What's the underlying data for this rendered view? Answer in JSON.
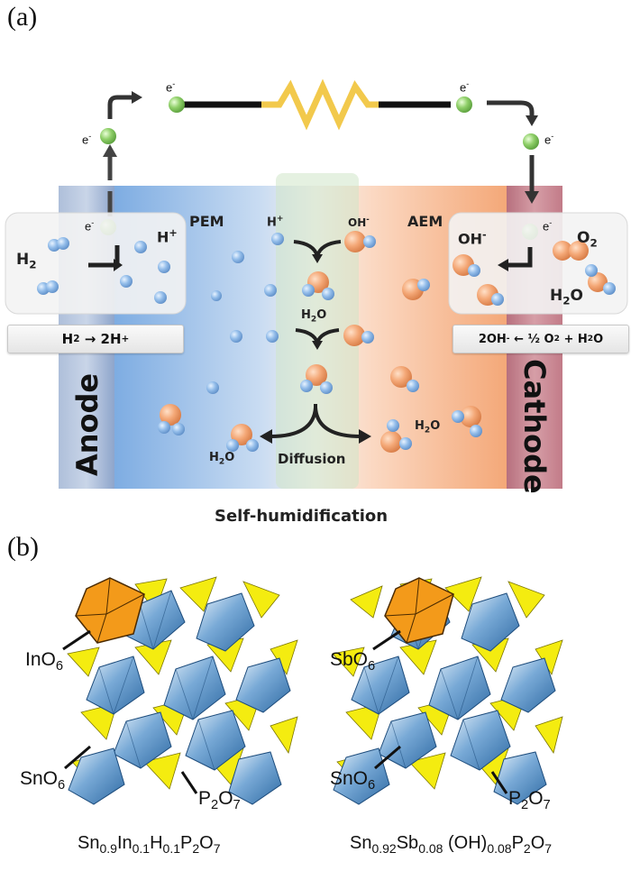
{
  "panel_a": {
    "label": "(a)",
    "electron": "e",
    "electron_sign": "-",
    "membrane_left": "PEM",
    "membrane_right": "AEM",
    "anode": "Anode",
    "cathode": "Cathode",
    "diffusion": "Diffusion",
    "caption": "Self-humidification",
    "anode_h2": "H",
    "proton": "H",
    "proton_sign": "+",
    "hydroxide": "OH",
    "hydroxide_sign": "-",
    "water": "H",
    "water_o": "O",
    "oxygen": "O",
    "eq_anode_lhs": "H",
    "eq_anode_arrow": "→",
    "eq_anode_rhs": "2H",
    "eq_cathode_lhs": "2OH",
    "eq_cathode_arrow": "←",
    "eq_cathode_half": "½",
    "eq_cathode_o": "O",
    "eq_cathode_rest": "+ H",
    "sub2": "2"
  },
  "panel_b": {
    "label": "(b)",
    "left": {
      "dopant_label_a": "InO",
      "dopant_label_b": "6",
      "sn_a": "SnO",
      "sn_b": "6",
      "p_a": "P",
      "p_b": "2",
      "p_c": "O",
      "p_d": "7",
      "formula": [
        "Sn",
        "0.9",
        "In",
        "0.1",
        "H",
        "0.1",
        "P",
        "2",
        "O",
        "7"
      ]
    },
    "right": {
      "dopant_label_a": "SbO",
      "dopant_label_b": "6",
      "sn_a": "SnO",
      "sn_b": "6",
      "p_a": "P",
      "p_b": "2",
      "p_c": "O",
      "p_d": "7",
      "formula": [
        "Sn",
        "0.92",
        "Sb",
        "0.08",
        " (OH)",
        "0.08",
        "P",
        "2",
        "O",
        "7"
      ]
    }
  },
  "colors": {
    "pem_blue": "#7eaee3",
    "aem_orange": "#f3a778",
    "anode_strip": "#9db1d2",
    "cathode_strip": "#c98a96",
    "resistor": "#f2c94c",
    "electron_green": "#8bc96a",
    "oxygen_orange": "#f0a873",
    "hydrogen_blue": "#8fbbe9",
    "octahedron_blue": "#5b95c9",
    "tetrahedron_yellow": "#f4ec10",
    "dopant_orange": "#f39a1a"
  }
}
